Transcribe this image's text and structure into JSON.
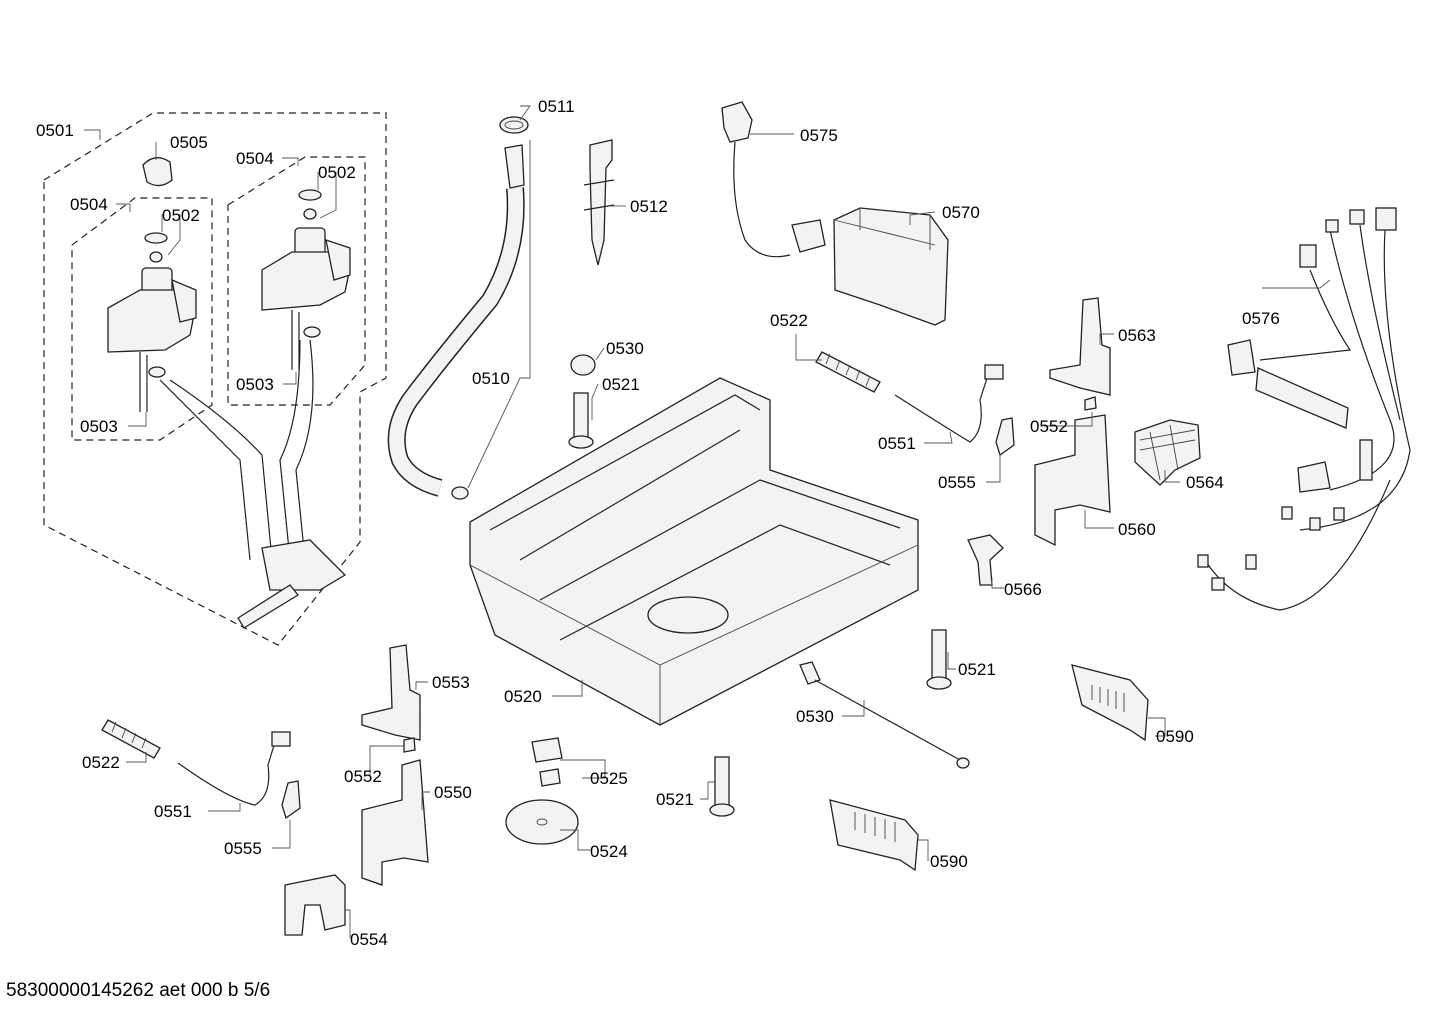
{
  "footer": "58300000145262 aet 000 b 5/6",
  "labels": {
    "l0501": "0501",
    "l0505": "0505",
    "l0504a": "0504",
    "l0502a": "0502",
    "l0503a": "0503",
    "l0504b": "0504",
    "l0502b": "0502",
    "l0503b": "0503",
    "l0511": "0511",
    "l0512": "0512",
    "l0510": "0510",
    "l0530a": "0530",
    "l0521a": "0521",
    "l0575": "0575",
    "l0570": "0570",
    "l0522a": "0522",
    "l0551a": "0551",
    "l0555a": "0555",
    "l0552a": "0552",
    "l0563": "0563",
    "l0564": "0564",
    "l0560": "0560",
    "l0566": "0566",
    "l0576": "0576",
    "l0520": "0520",
    "l0553": "0553",
    "l0552b": "0552",
    "l0550": "0550",
    "l0522b": "0522",
    "l0551b": "0551",
    "l0555b": "0555",
    "l0554": "0554",
    "l0525": "0525",
    "l0524": "0524",
    "l0521b": "0521",
    "l0521c": "0521",
    "l0530b": "0530",
    "l0590a": "0590",
    "l0590b": "0590"
  }
}
